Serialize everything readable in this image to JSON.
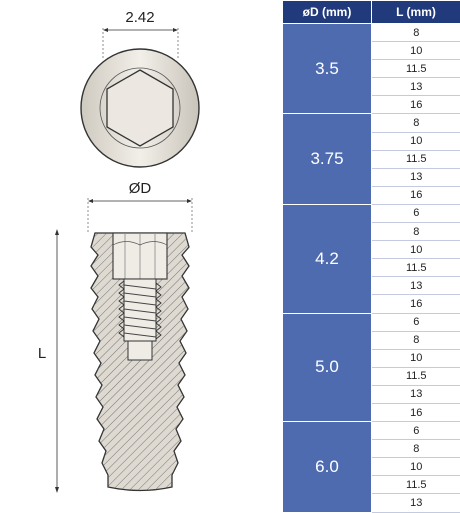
{
  "drawing": {
    "hex_width_label": "2.42",
    "diameter_label": "ØD",
    "length_label": "L"
  },
  "table": {
    "headers": [
      "øD (mm)",
      "L (mm)"
    ],
    "groups": [
      {
        "diameter": "3.5",
        "lengths": [
          "8",
          "10",
          "11.5",
          "13",
          "16"
        ]
      },
      {
        "diameter": "3.75",
        "lengths": [
          "8",
          "10",
          "11.5",
          "13",
          "16"
        ]
      },
      {
        "diameter": "4.2",
        "lengths": [
          "6",
          "8",
          "10",
          "11.5",
          "13",
          "16"
        ]
      },
      {
        "diameter": "5.0",
        "lengths": [
          "6",
          "8",
          "10",
          "11.5",
          "13",
          "16"
        ]
      },
      {
        "diameter": "6.0",
        "lengths": [
          "6",
          "8",
          "10",
          "11.5",
          "13"
        ]
      }
    ]
  },
  "colors": {
    "header_bg": "#203a7c",
    "diameter_cell_bg": "#4f6bb0",
    "metal": "#dedad2"
  }
}
